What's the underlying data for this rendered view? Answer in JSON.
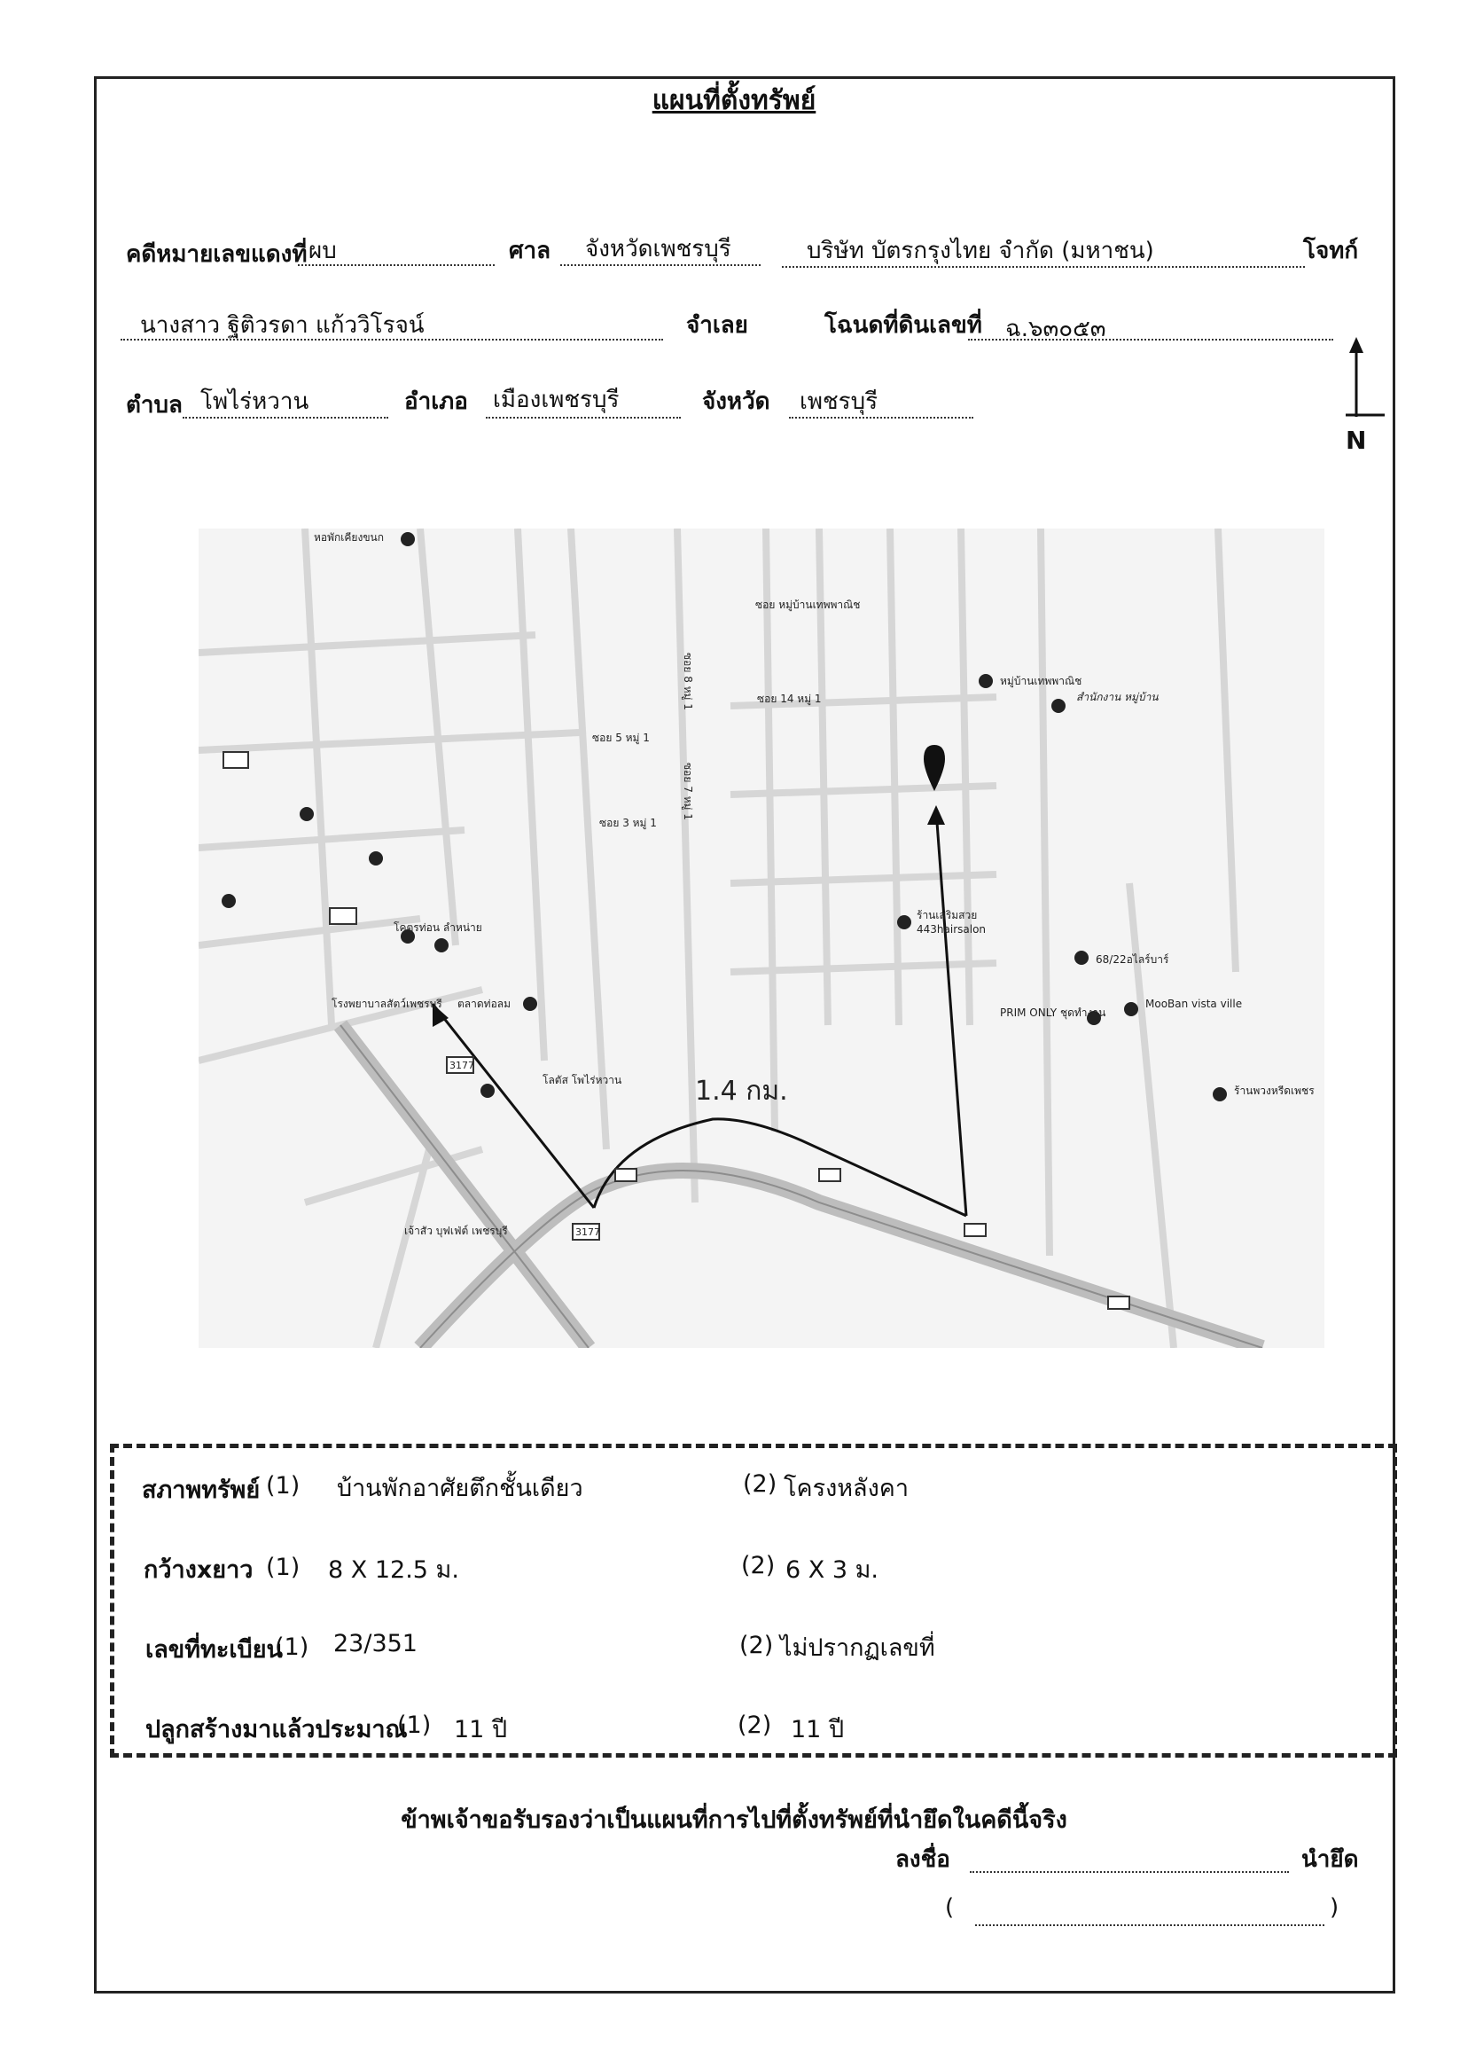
{
  "title": "แผนที่ตั้งทรัพย์",
  "header": {
    "case_label": "คดีหมายเลขแดงที่",
    "case_value": "ผบ",
    "court_label": "ศาล",
    "court_value": "จังหวัดเพชรบุรี",
    "plaintiff_value": "บริษัท บัตรกรุงไทย จำกัด (มหาชน)",
    "plaintiff_label": "โจทก์",
    "defendant_value": "นางสาว ฐิติวรดา แก้ววิโรจน์",
    "defendant_label": "จำเลย",
    "deed_label": "โฉนดที่ดินเลขที่",
    "deed_value": "ฉ.๖๓๐๕๓",
    "subdistrict_label": "ตำบล",
    "subdistrict_value": "โพไร่หวาน",
    "district_label": "อำเภอ",
    "district_value": "เมืองเพชรบุรี",
    "province_label": "จังหวัด",
    "province_value": "เพชรบุรี"
  },
  "north_label": "N",
  "map": {
    "distance": "1.4 กม.",
    "labels": {
      "l1": "หอพักเคียงขนก",
      "l2": "ซอย หมู่บ้านเทพพาณิช",
      "l3": "ซอย 8 หมู่ 1",
      "l4": "ซอย 14 หมู่ 1",
      "l5": "ซอย 5 หมู่ 1",
      "l6": "ซอย 7 หมู่ 1",
      "l7": "ซอย 3 หมู่ 1",
      "l8": "หมู่บ้านเทพพาณิช",
      "l9": "สำนักงาน หมู่บ้าน",
      "l10": "ร้านเสริมสวย",
      "l11": "443hairsalon",
      "l12": "68/22อไลร์บาร์",
      "l13": "MooBan vista ville",
      "l14": "PRIM ONLY ชุดทำงาน",
      "l15": "ร้านพวงหรีดเพชร",
      "l16": "โรงพยาบาลสัตว์เพชรบุรี",
      "l17": "ตลาดท่อลม",
      "l18": "โลตัส โพไร่หวาน",
      "l19": "เจ้าสัว บุฟเฟ่ต์ เพชรบุรี",
      "l20": "โคตรท่อน ลำหน่าย",
      "l21": "3177"
    }
  },
  "property": {
    "r1_label": "สภาพทรัพย์",
    "r1_n1": "(1)",
    "r1_v1": "บ้านพักอาศัยตึกชั้นเดียว",
    "r1_n2": "(2)",
    "r1_v2": "โครงหลังคา",
    "r2_label": "กว้างxยาว",
    "r2_n1": "(1)",
    "r2_v1": "8 X 12.5 ม.",
    "r2_n2": "(2)",
    "r2_v2": "6 X 3 ม.",
    "r3_label": "เลขที่ทะเบียน",
    "r3_n1": "(1)",
    "r3_v1": "23/351",
    "r3_n2": "(2)",
    "r3_v2": "ไม่ปรากฏเลขที่",
    "r4_label": "ปลูกสร้างมาแล้วประมาณ",
    "r4_n1": "(1)",
    "r4_v1": "11 ปี",
    "r4_n2": "(2)",
    "r4_v2": "11 ปี"
  },
  "footer": {
    "certify": "ข้าพเจ้าขอรับรองว่าเป็นแผนที่การไปที่ตั้งทรัพย์ที่นำยึดในคดีนี้จริง",
    "sign_label": "ลงชื่อ",
    "seizer_label": "นำยึด",
    "open_paren": "(",
    "close_paren": ")"
  }
}
